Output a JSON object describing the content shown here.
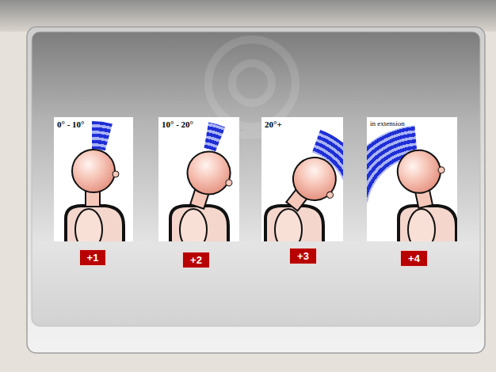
{
  "diagram": {
    "nodes": [
      {
        "text": [
          "0° - 10°"
        ]
      },
      {
        "text": [
          "10° - 20°"
        ]
      },
      {
        "text": [
          "20°+"
        ]
      },
      {
        "text": [
          "in extension"
        ]
      },
      {
        "text": [
          "+1"
        ]
      },
      {
        "text": [
          "+2"
        ]
      },
      {
        "text": [
          "+3"
        ]
      },
      {
        "text": [
          "+4"
        ]
      }
    ]
  }
}
